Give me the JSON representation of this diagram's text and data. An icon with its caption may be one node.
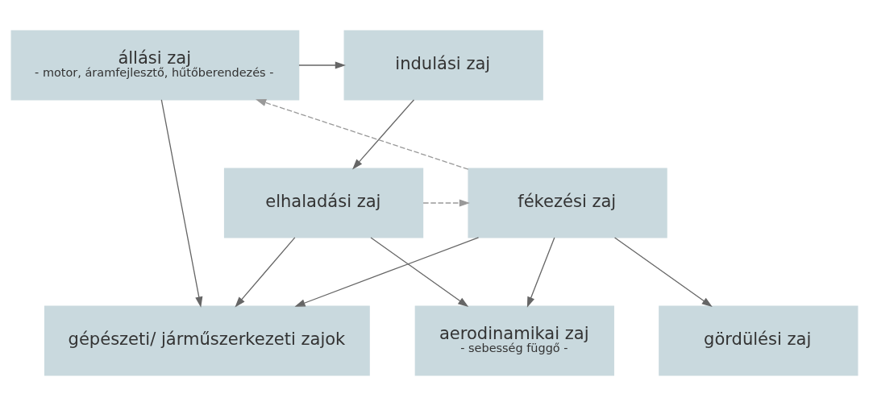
{
  "diagram": {
    "nodes": [
      {
        "text": [
          "állási zaj",
          "- motor, áramfejlesztő, hűtőberendezés -"
        ]
      },
      {
        "text": [
          "indulási zaj"
        ]
      },
      {
        "text": [
          "elhaladási zaj"
        ]
      },
      {
        "text": [
          "fékezési zaj"
        ]
      },
      {
        "text": [
          "gördülési zaj"
        ]
      },
      {
        "text": [
          "aerodinamikai zaj",
          "- sebesség függő -"
        ]
      },
      {
        "text": [
          "gépészeti/ járműszerkezeti zajok"
        ]
      }
    ],
    "edges": [
      {
        "from": 0,
        "to": 1,
        "arrow": "to"
      },
      {
        "from": 1,
        "to": 2,
        "arrow": "to"
      },
      {
        "from": 2,
        "to": 3,
        "arrow": "to",
        "style": "dashed"
      },
      {
        "from": 3,
        "to": 0,
        "arrow": "to",
        "style": "dashed"
      },
      {
        "from": 0,
        "to": 6,
        "arrow": "to"
      },
      {
        "from": 2,
        "to": 5,
        "arrow": "to"
      },
      {
        "from": 2,
        "to": 6,
        "arrow": "to"
      },
      {
        "from": 3,
        "to": 4,
        "arrow": "to"
      },
      {
        "from": 3,
        "to": 5,
        "arrow": "to"
      },
      {
        "from": 3,
        "to": 6,
        "arrow": "to"
      }
    ]
  }
}
